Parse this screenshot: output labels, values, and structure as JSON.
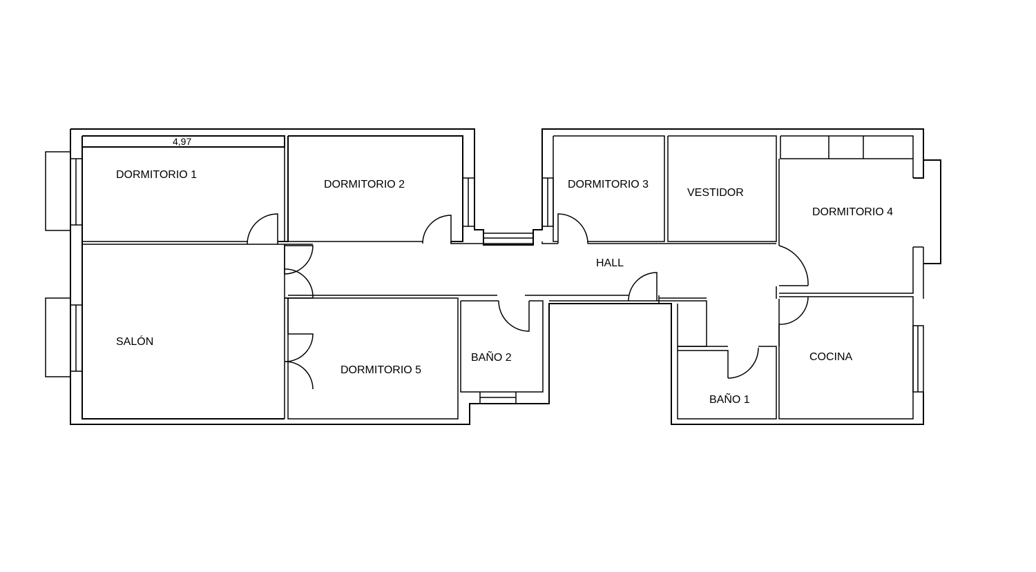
{
  "rooms": {
    "dormitorio_1": "DORMITORIO 1",
    "dormitorio_2": "DORMITORIO 2",
    "dormitorio_3": "DORMITORIO 3",
    "dormitorio_4": "DORMITORIO 4",
    "dormitorio_5": "DORMITORIO 5",
    "vestidor": "VESTIDOR",
    "hall": "HALL",
    "salon": "SALÓN",
    "bano_1": "BAÑO 1",
    "bano_2": "BAÑO 2",
    "cocina": "COCINA"
  },
  "dimensions": {
    "dormitorio_1_width": "4,97"
  }
}
